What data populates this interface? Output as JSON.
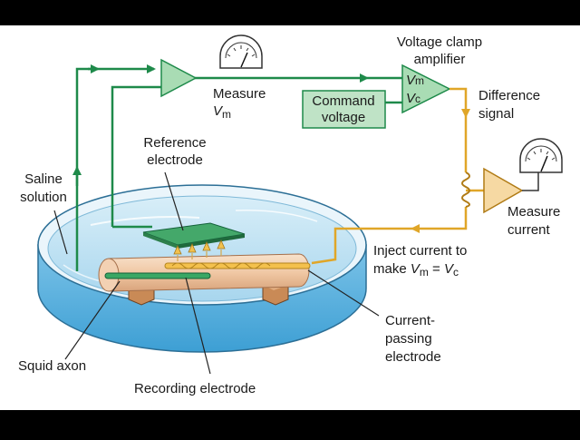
{
  "labels": {
    "amplifier_title_1": "Voltage clamp",
    "amplifier_title_2": "amplifier",
    "amp_input_vm": "V",
    "amp_input_vm_sub": "m",
    "amp_input_vc": "V",
    "amp_input_vc_sub": "c",
    "measure_vm_1": "Measure",
    "measure_vm_2": "V",
    "measure_vm_2_sub": "m",
    "command_voltage_1": "Command",
    "command_voltage_2": "voltage",
    "difference_signal_1": "Difference",
    "difference_signal_2": "signal",
    "reference_electrode_1": "Reference",
    "reference_electrode_2": "electrode",
    "saline_solution_1": "Saline",
    "saline_solution_2": "solution",
    "measure_current_1": "Measure",
    "measure_current_2": "current",
    "inject_current_1": "Inject current to",
    "inject_current_2a": "make ",
    "inject_current_2b": "V",
    "inject_current_2c": "m",
    "inject_current_2d": " = ",
    "inject_current_2e": "V",
    "inject_current_2f": "c",
    "current_passing_1": "Current-",
    "current_passing_2": "passing",
    "current_passing_3": "electrode",
    "squid_axon": "Squid axon",
    "recording_electrode": "Recording electrode"
  },
  "colors": {
    "green_wire": "#1e8a4a",
    "orange_wire": "#e0a628",
    "amp_fill": "#a9dcb4",
    "amp_stroke": "#1e8a4a",
    "current_amp_fill": "#f6d9a3",
    "command_box_fill": "#bfe3c6",
    "dish_water": "#bfe2f3",
    "dish_side": "#5fb3e0",
    "axon": "#f2d3b6",
    "background": "#ffffff",
    "letterbox": "#000000"
  }
}
